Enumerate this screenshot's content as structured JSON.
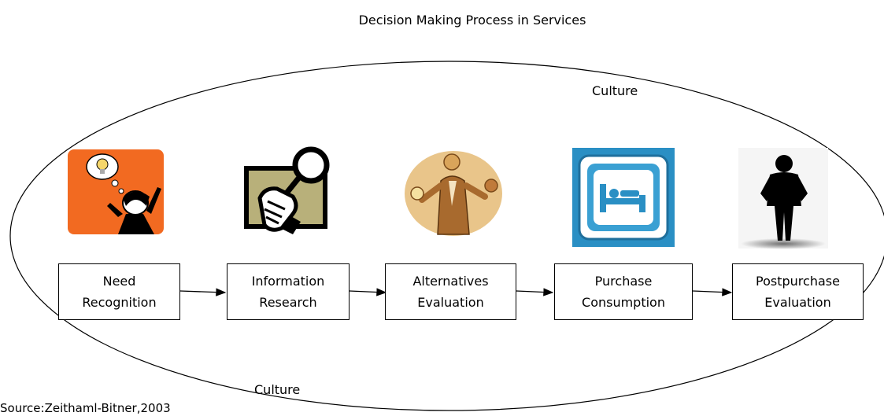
{
  "title": "Decision Making Process in Services",
  "culture": {
    "top_label": "Culture",
    "bottom_label": "Culture"
  },
  "source": "Source:Zeithaml-Bitner,2003",
  "steps": [
    {
      "label": "Need\nRecognition",
      "icon": "thinking-person-lightbulb-icon"
    },
    {
      "label": "Information\nResearch",
      "icon": "magnifying-glass-hand-icon"
    },
    {
      "label": "Alternatives\nEvaluation",
      "icon": "person-weighing-options-icon"
    },
    {
      "label": "Purchase\nConsumption",
      "icon": "hotel-bed-sign-icon"
    },
    {
      "label": "Postpurchase\nEvaluation",
      "icon": "standing-silhouette-icon"
    }
  ],
  "colors": {
    "orange": "#f26a21",
    "olive": "#b8b07a",
    "tan": "#d9a45a",
    "blue": "#2a8fc4"
  }
}
